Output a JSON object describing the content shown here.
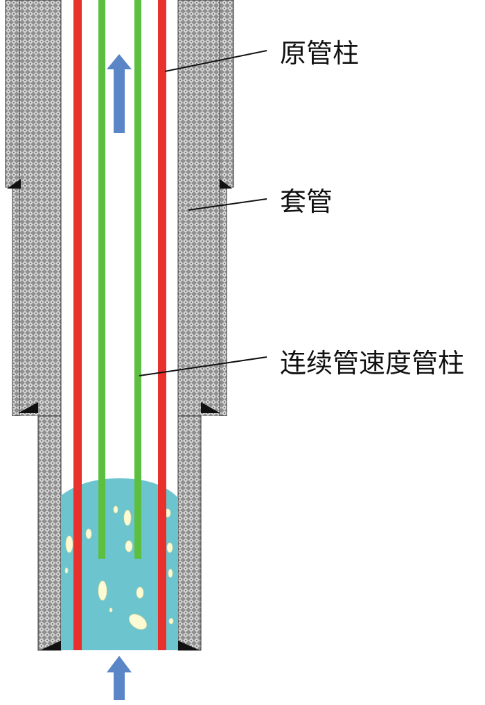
{
  "labels": {
    "original_tubing": "原管柱",
    "casing": "套管",
    "velocity_string": "连续管速度管柱"
  },
  "colors": {
    "casing_fill": "#8f8f8f",
    "casing_pattern": "#d9d9d9",
    "original_tubing": "#e8302c",
    "velocity_string": "#5cbf3f",
    "liquid": "#6cc4ce",
    "bubbles": "#fdfbd6",
    "flow_arrow": "#5a86c8",
    "leader_line": "#111111"
  },
  "icons": {
    "upward_flow": "arrow-up-icon",
    "inflow": "arrow-up-icon"
  }
}
